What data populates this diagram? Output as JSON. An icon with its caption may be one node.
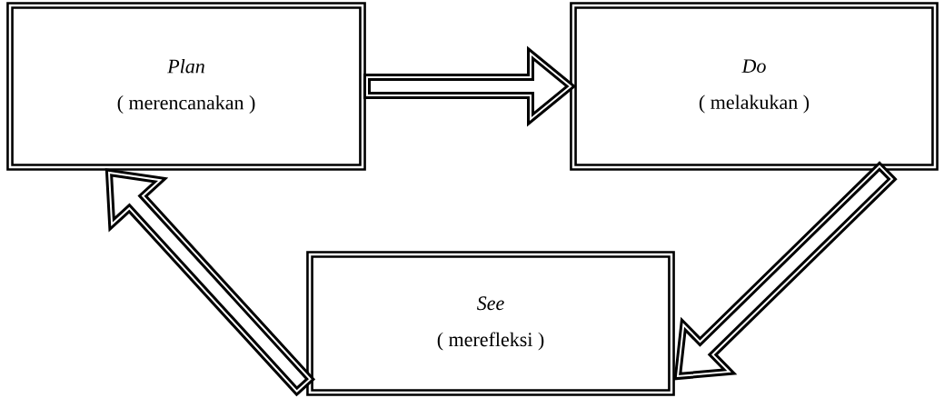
{
  "diagram": {
    "nodes": [
      {
        "text": [
          "Plan",
          "( merencanakan )"
        ]
      },
      {
        "text": [
          "Do",
          "( melakukan )"
        ]
      },
      {
        "text": [
          "See",
          "( merefleksi )"
        ]
      }
    ],
    "edges": [
      {
        "from": 0,
        "to": 1,
        "arrow": "to"
      },
      {
        "from": 1,
        "to": 2,
        "arrow": "to"
      },
      {
        "from": 2,
        "to": 0,
        "arrow": "to"
      }
    ]
  }
}
